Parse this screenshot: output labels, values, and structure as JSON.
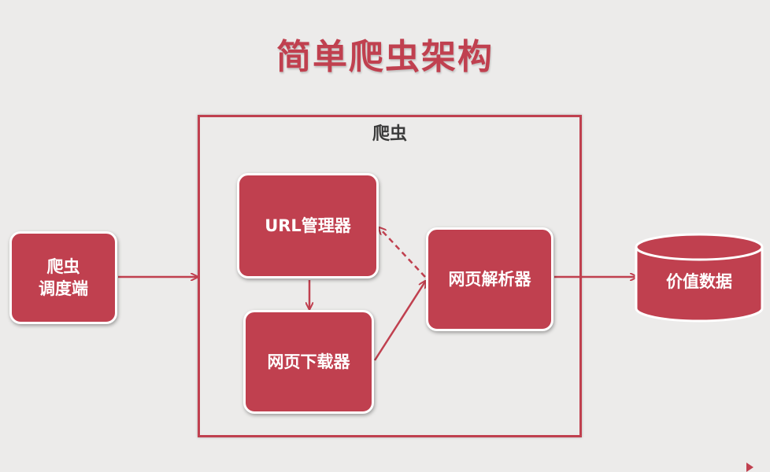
{
  "title": "简单爬虫架构",
  "crawler_box": {
    "label": "爬虫"
  },
  "nodes": {
    "scheduler": {
      "line1": "爬虫",
      "line2": "调度端"
    },
    "url_manager": "URL管理器",
    "downloader": "网页下载器",
    "parser": "网页解析器",
    "value_data": "价值数据"
  },
  "colors": {
    "accent": "#c0404f",
    "background": "#ecebea",
    "label_text": "#3a3a3a"
  }
}
